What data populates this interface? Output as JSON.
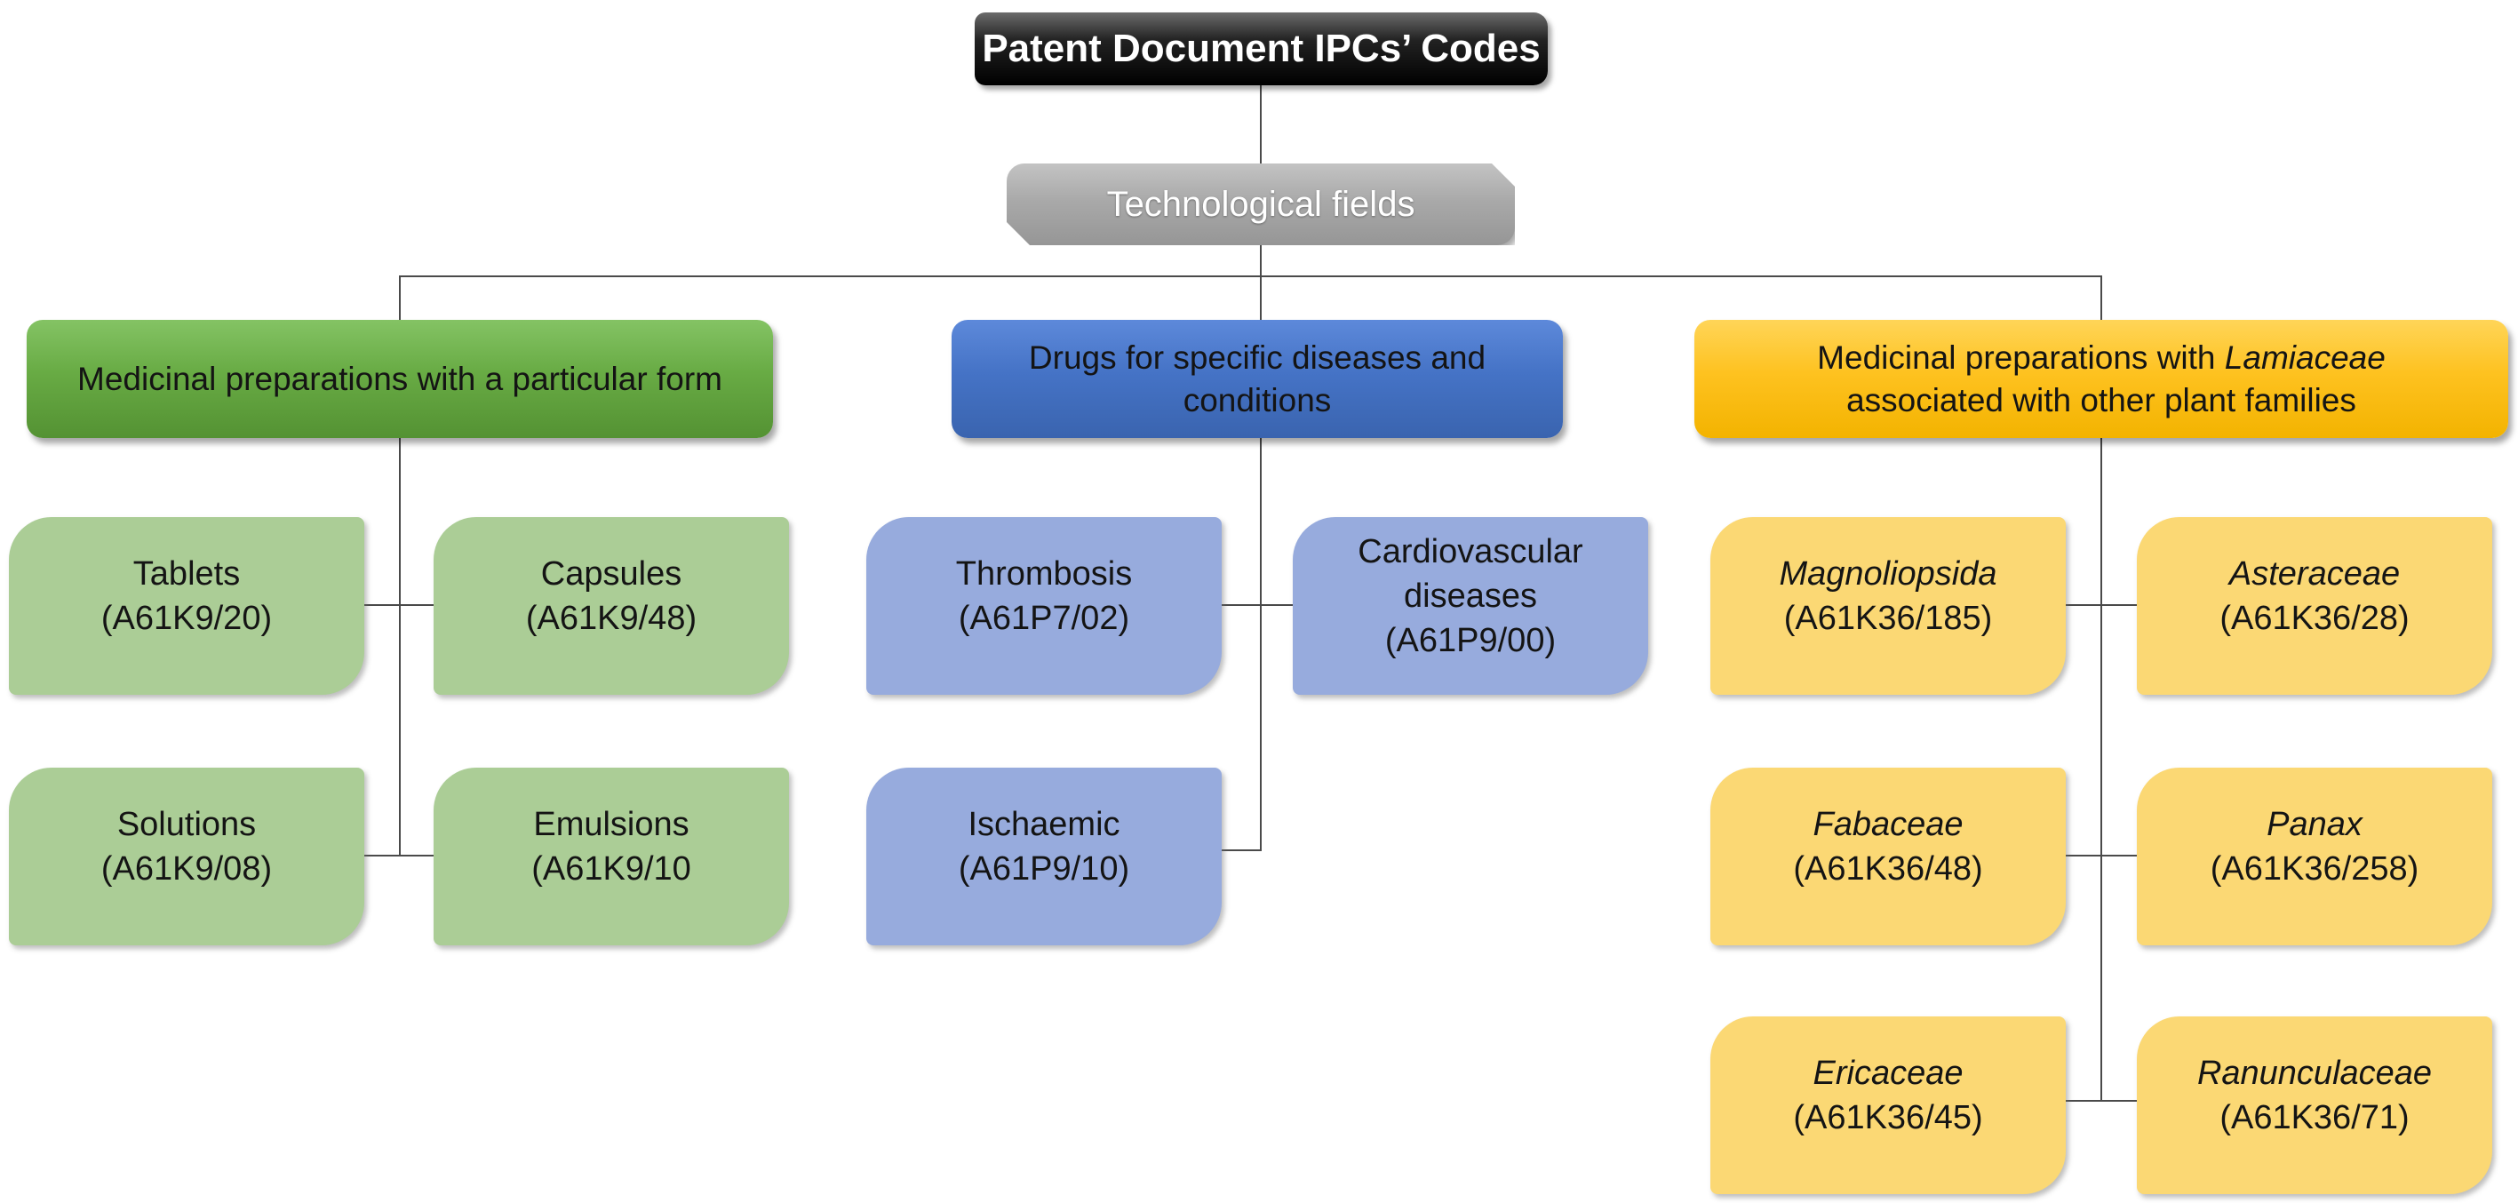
{
  "title": "Patent Document IPCs’ Codes",
  "root": "Technological fields",
  "branches": [
    {
      "id": "medicinal-form",
      "label_prefix": "Medicinal preparations with a particular form",
      "label_italic": "",
      "label_suffix": "",
      "children": [
        {
          "name": "Tablets",
          "code": "(A61K9/20)"
        },
        {
          "name": "Capsules",
          "code": "(A61K9/48)"
        },
        {
          "name": "Solutions",
          "code": "(A61K9/08)"
        },
        {
          "name": "Emulsions",
          "code": "(A61K9/10"
        }
      ]
    },
    {
      "id": "drugs-diseases",
      "label_prefix": "Drugs for specific diseases and conditions",
      "label_italic": "",
      "label_suffix": "",
      "children": [
        {
          "name": "Thrombosis",
          "code": "(A61P7/02)"
        },
        {
          "name": "Cardiovascular diseases",
          "code": "(A61P9/00)"
        },
        {
          "name": "Ischaemic",
          "code": "(A61P9/10)"
        }
      ]
    },
    {
      "id": "lamiaceae-families",
      "label_prefix": "Medicinal preparations with ",
      "label_italic": "Lamiaceae",
      "label_suffix": "associated with other plant families",
      "children": [
        {
          "name": "Magnoliopsida",
          "code": "(A61K36/185)"
        },
        {
          "name": "Asteraceae",
          "code": "(A61K36/28)"
        },
        {
          "name": "Fabaceae",
          "code": "(A61K36/48)"
        },
        {
          "name": "Panax",
          "code": "(A61K36/258)"
        },
        {
          "name": "Ericaceae",
          "code": "(A61K36/45)"
        },
        {
          "name": "Ranunculaceae",
          "code": "(A61K36/71)"
        }
      ]
    }
  ],
  "colors": {
    "title_black": "#000000",
    "root_gray": "#A6A6A6",
    "branch_green": "#70AD47",
    "branch_green_light": "#ABCD96",
    "branch_blue": "#4472C4",
    "branch_blue_light": "#97ABDD",
    "branch_yellow": "#FFC000",
    "branch_yellow_light": "#FBD874",
    "connector": "#4A4A4A"
  }
}
